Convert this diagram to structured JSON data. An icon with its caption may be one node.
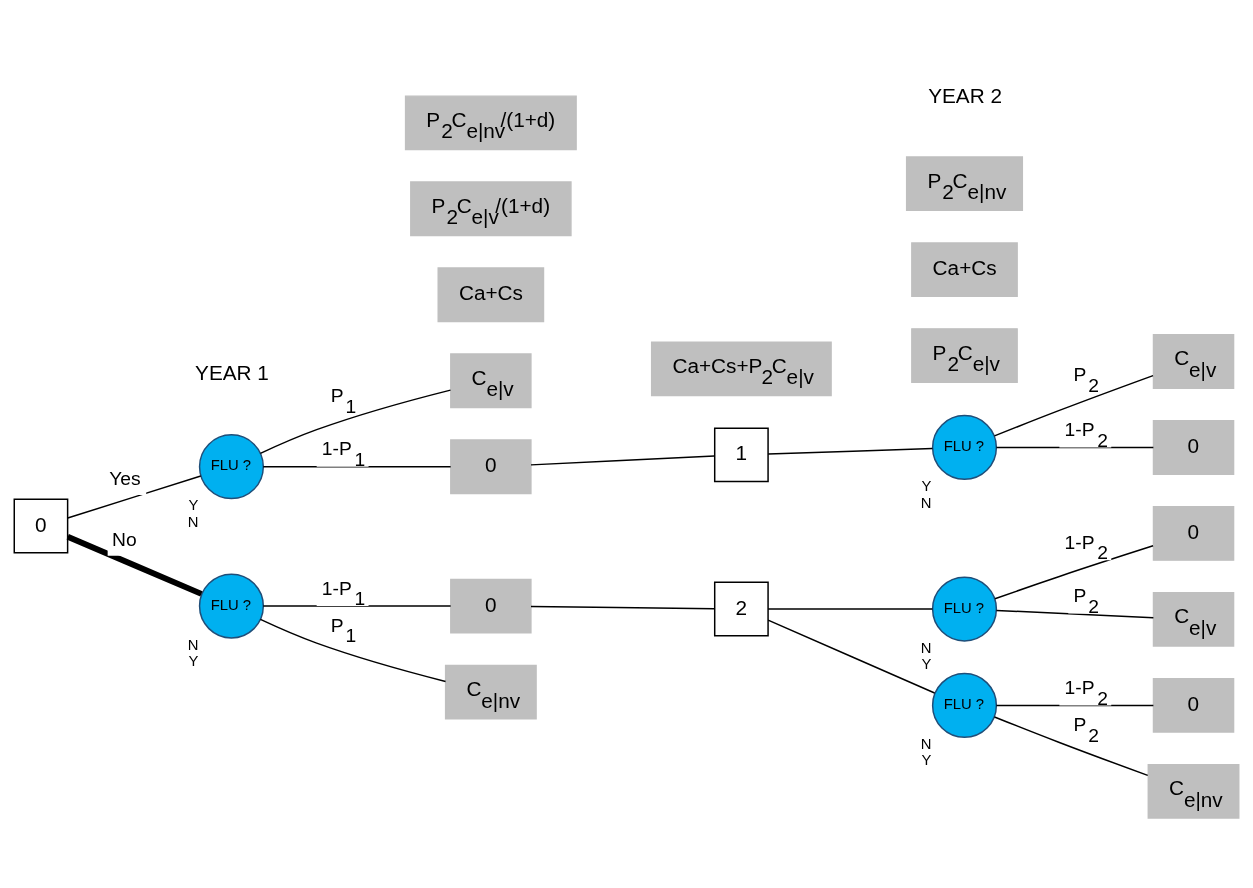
{
  "diagram": {
    "nodes": [
      {
        "text": [
          "0"
        ]
      },
      {
        "text": [
          "FLU ?"
        ],
        "beside": [
          "Y",
          "N"
        ]
      },
      {
        "text": [
          "C$_{e|v}$"
        ]
      },
      {
        "text": [
          "0"
        ]
      },
      {
        "text": [
          "FLU ?"
        ],
        "beside": [
          "N",
          "Y"
        ]
      },
      {
        "text": [
          "0"
        ]
      },
      {
        "text": [
          "C$_{e|nv}$"
        ]
      },
      {
        "text": [
          "1"
        ]
      },
      {
        "text": [
          "2"
        ]
      },
      {
        "text": [
          "FLU ?"
        ],
        "beside": [
          "Y",
          "N"
        ]
      },
      {
        "text": [
          "C$_{e|v}$"
        ]
      },
      {
        "text": [
          "0"
        ]
      },
      {
        "text": [
          "FLU ?"
        ],
        "beside": [
          "N",
          "Y"
        ]
      },
      {
        "text": [
          "0"
        ]
      },
      {
        "text": [
          "C$_{e|v}$"
        ]
      },
      {
        "text": [
          "FLU ?"
        ],
        "beside": [
          "N",
          "Y"
        ]
      },
      {
        "text": [
          "0"
        ]
      },
      {
        "text": [
          "C$_{e|nv}$"
        ]
      },
      {
        "text": [
          "Ca+Cs"
        ]
      },
      {
        "text": [
          "P$_{2}$C$_{e|v}$/(1+d)"
        ]
      },
      {
        "text": [
          "P$_{2}$C$_{e|nv}$/(1+d)"
        ]
      },
      {
        "text": [
          "Ca+Cs+P$_{2}$C$_{e|v}$"
        ]
      },
      {
        "text": [
          "P$_{2}$C$_{e|v}$"
        ]
      },
      {
        "text": [
          "Ca+Cs"
        ]
      },
      {
        "text": [
          "P$_{2}$C$_{e|nv}$"
        ]
      }
    ],
    "edges": [
      {
        "from": 0,
        "to": 1,
        "arrow": "none",
        "label": "Yes"
      },
      {
        "from": 0,
        "to": 4,
        "arrow": "none",
        "label": "No",
        "style": "thick"
      },
      {
        "from": 1,
        "to": 2,
        "arrow": "none",
        "label": "P$_{1}$"
      },
      {
        "from": 1,
        "to": 3,
        "arrow": "none",
        "label": "1-P$_{1}$"
      },
      {
        "from": 4,
        "to": 5,
        "arrow": "none",
        "label": "1-P$_{1}$"
      },
      {
        "from": 4,
        "to": 6,
        "arrow": "none",
        "label": "P$_{1}$"
      },
      {
        "from": 3,
        "to": 7,
        "arrow": "none"
      },
      {
        "from": 5,
        "to": 8,
        "arrow": "none"
      },
      {
        "from": 7,
        "to": 9,
        "arrow": "none"
      },
      {
        "from": 9,
        "to": 10,
        "arrow": "none",
        "label": "P$_{2}$"
      },
      {
        "from": 9,
        "to": 11,
        "arrow": "none",
        "label": "1-P$_{2}$"
      },
      {
        "from": 8,
        "to": 12,
        "arrow": "none"
      },
      {
        "from": 12,
        "to": 13,
        "arrow": "none",
        "label": "1-P$_{2}$"
      },
      {
        "from": 12,
        "to": 14,
        "arrow": "none",
        "label": "P$_{2}$"
      },
      {
        "from": 8,
        "to": 15,
        "arrow": "none"
      },
      {
        "from": 15,
        "to": 16,
        "arrow": "none",
        "label": "1-P$_{2}$"
      },
      {
        "from": 15,
        "to": 17,
        "arrow": "none",
        "label": "P$_{2}$"
      }
    ],
    "labels": [
      "YEAR 1",
      "YEAR 2"
    ]
  }
}
